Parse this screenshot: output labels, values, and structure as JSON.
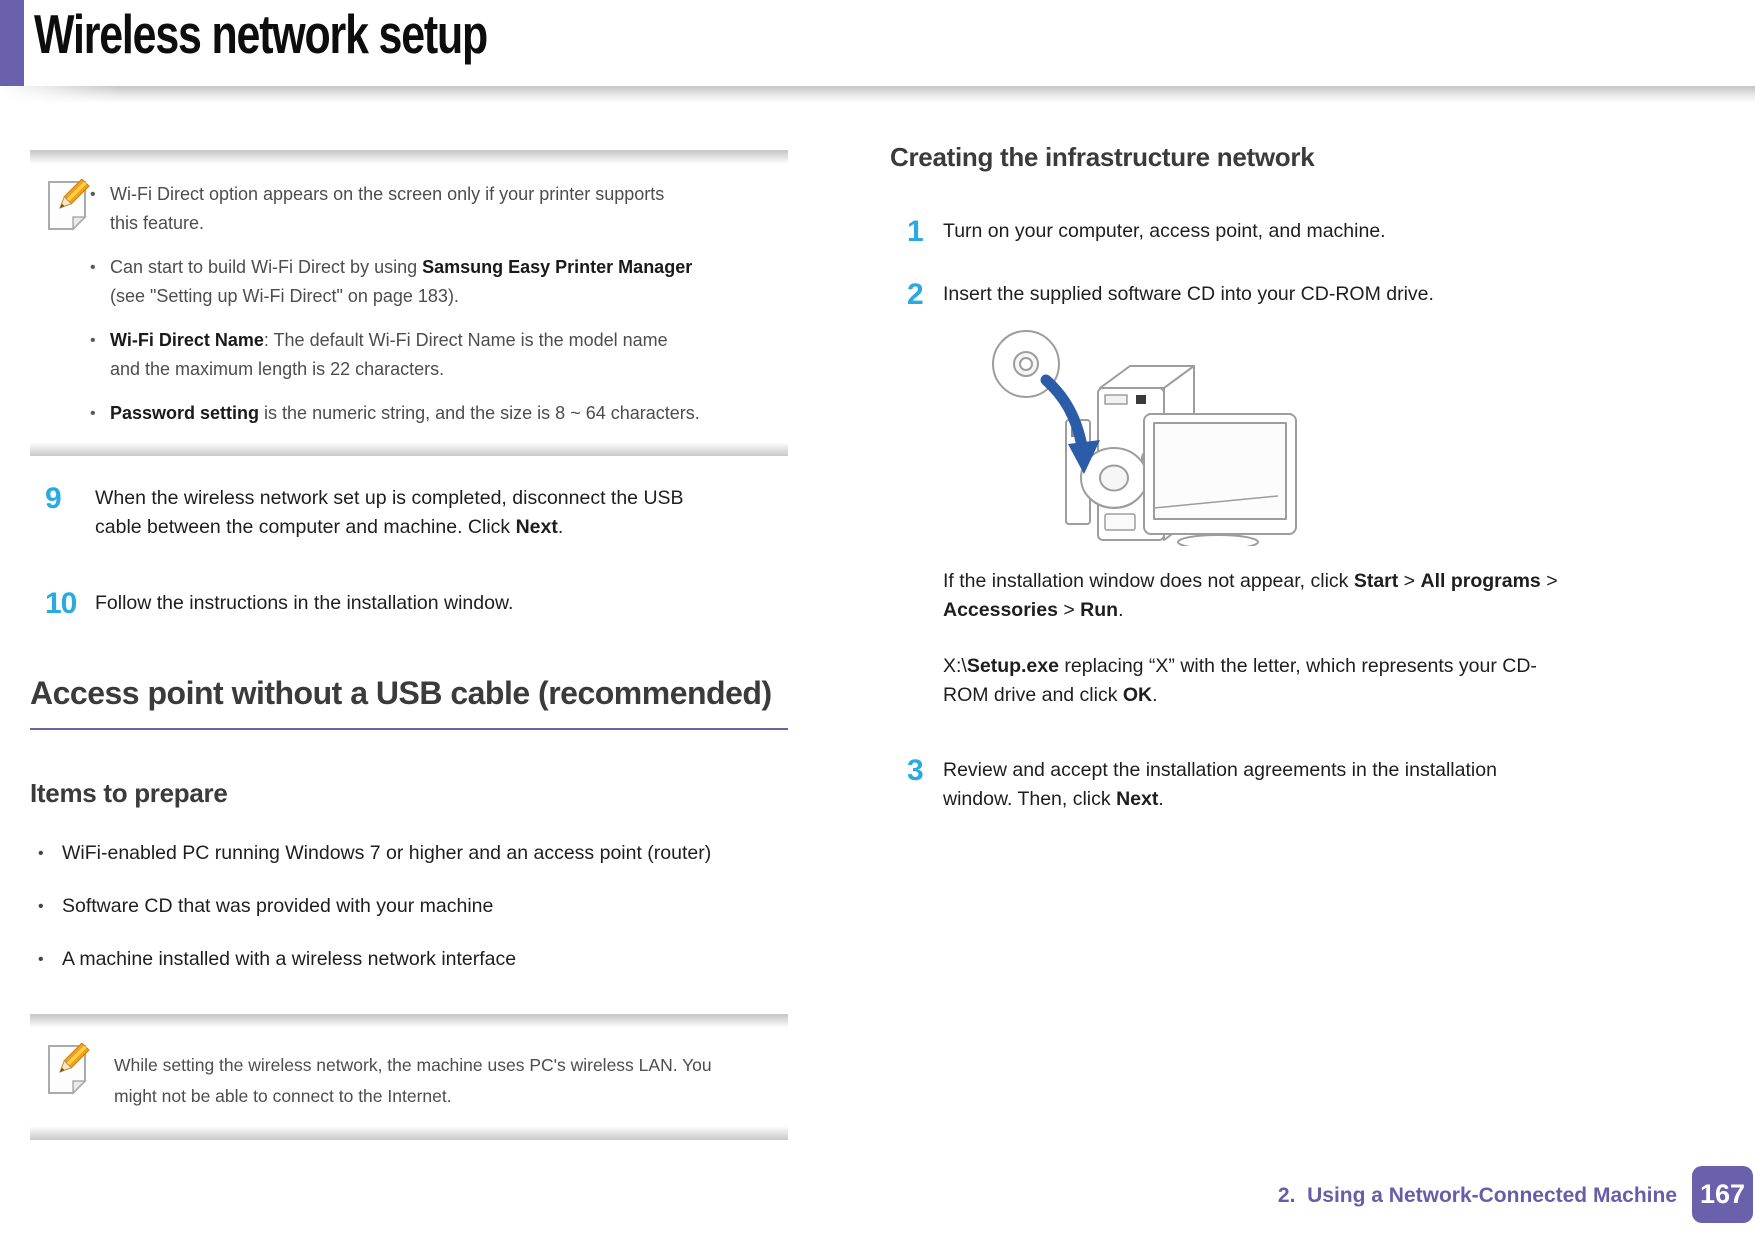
{
  "accent_color": "#6A61AC",
  "step_number_color": "#29ABE2",
  "title": "Wireless network setup",
  "left": {
    "note1": {
      "icon": "note-pencil-icon",
      "items": [
        [
          {
            "t": "Wi-Fi Direct option appears on the screen only if your printer supports\nthis feature."
          }
        ],
        [
          {
            "t": "Can start to build Wi-Fi Direct by using "
          },
          {
            "t": "Samsung Easy Printer Manager",
            "b": true
          },
          {
            "t": "\n(see \"Setting up Wi-Fi Direct\" on page 183)."
          }
        ],
        [
          {
            "t": "Wi-Fi Direct Name",
            "b": true
          },
          {
            "t": ": The default Wi-Fi Direct Name is the model name\nand the maximum length is 22 characters."
          }
        ],
        [
          {
            "t": "Password setting",
            "b": true
          },
          {
            "t": " is the numeric string, and the size is 8 ~ 64 characters."
          }
        ]
      ]
    },
    "steps": [
      {
        "num": "9",
        "text": [
          {
            "t": "When the wireless network set up is completed, disconnect the USB\ncable between the computer and machine. Click "
          },
          {
            "t": "Next",
            "b": true
          },
          {
            "t": "."
          }
        ]
      },
      {
        "num": "10",
        "text": [
          {
            "t": "Follow the instructions in the installation window."
          }
        ]
      }
    ],
    "section_heading": "Access point without a USB cable (recommended)",
    "subheading": "Items to prepare",
    "prepare_items": [
      "WiFi-enabled PC running Windows 7 or higher and an access point (router)",
      "Software CD that was provided with your machine",
      "A machine installed with a wireless network interface"
    ],
    "note2": {
      "icon": "note-pencil-icon",
      "text": [
        {
          "t": "While setting the wireless network, the machine uses PC's wireless LAN. You\nmight not be able to connect to the Internet."
        }
      ]
    }
  },
  "right": {
    "heading": "Creating the infrastructure network",
    "steps": [
      {
        "num": "1",
        "text": [
          {
            "t": "Turn on your computer, access point, and machine."
          }
        ]
      },
      {
        "num": "2",
        "text": [
          {
            "t": "Insert the supplied software CD into your CD-ROM drive."
          }
        ]
      },
      {
        "num": "3",
        "text": [
          {
            "t": "Review and accept the installation agreements in the installation\nwindow. Then, click "
          },
          {
            "t": "Next",
            "b": true
          },
          {
            "t": "."
          }
        ]
      }
    ],
    "step2_extra": {
      "illustration": "computer-cd-insert-illustration",
      "para1": [
        {
          "t": "If the installation window does not appear, click "
        },
        {
          "t": "Start",
          "b": true
        },
        {
          "t": " > "
        },
        {
          "t": "All programs",
          "b": true
        },
        {
          "t": " >\n"
        },
        {
          "t": "Accessories",
          "b": true
        },
        {
          "t": " > "
        },
        {
          "t": "Run",
          "b": true
        },
        {
          "t": "."
        }
      ],
      "para2": [
        {
          "t": " X:\\"
        },
        {
          "t": "Setup.exe",
          "b": true
        },
        {
          "t": " replacing “X” with the letter, which represents your CD-\nROM drive and click "
        },
        {
          "t": "OK",
          "b": true
        },
        {
          "t": "."
        }
      ]
    }
  },
  "footer": {
    "chapter": "2.  Using a Network-Connected Machine",
    "page_number": "167"
  }
}
